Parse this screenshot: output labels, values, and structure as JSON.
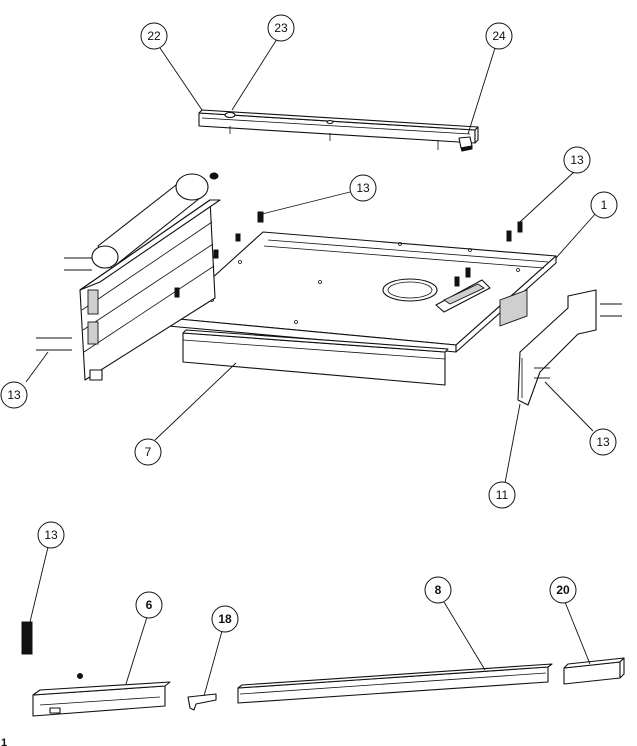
{
  "callouts": [
    {
      "id": "c22",
      "label": "22"
    },
    {
      "id": "c23",
      "label": "23"
    },
    {
      "id": "c24",
      "label": "24"
    },
    {
      "id": "c13a",
      "label": "13"
    },
    {
      "id": "c13b",
      "label": "13"
    },
    {
      "id": "c1",
      "label": "1"
    },
    {
      "id": "c13c",
      "label": "13"
    },
    {
      "id": "c7",
      "label": "7"
    },
    {
      "id": "c13d",
      "label": "13"
    },
    {
      "id": "c11",
      "label": "11"
    },
    {
      "id": "c13e",
      "label": "13"
    },
    {
      "id": "c6",
      "label": "6"
    },
    {
      "id": "c18",
      "label": "18"
    },
    {
      "id": "c8",
      "label": "8"
    },
    {
      "id": "c20",
      "label": "20"
    }
  ],
  "corner_mark": "1"
}
